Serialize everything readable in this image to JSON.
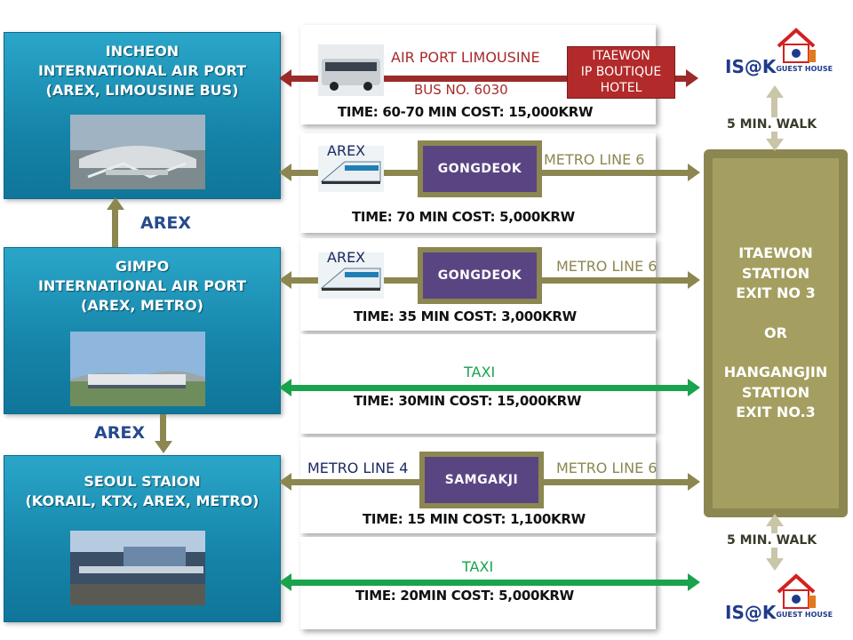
{
  "locations": {
    "incheon": {
      "line1": "INCHEON",
      "line2": "INTERNATIONAL  AIR PORT",
      "line3": "(AREX,  LIMOUSINE  BUS)"
    },
    "gimpo": {
      "line1": "GIMPO",
      "line2": "INTERNATIONAL  AIR PORT",
      "line3": "(AREX, METRO)"
    },
    "seoul": {
      "line1": "SEOUL STAION",
      "line2": "(KORAIL, KTX, AREX, METRO)"
    }
  },
  "links": {
    "arex_upper": "AREX",
    "arex_lower": "AREX"
  },
  "routes": {
    "limousine": {
      "label": "AIR PORT  LIMOUSINE",
      "bus": "BUS NO.  6030",
      "cost": "TIME: 60-70 MIN    COST: 15,000KRW"
    },
    "incheon_arex": {
      "train": "AREX",
      "station": "GONGDEOK",
      "line": "METRO LINE  6",
      "cost": "TIME: 70 MIN    COST: 5,000KRW"
    },
    "gimpo_arex": {
      "train": "AREX",
      "station": "GONGDEOK",
      "line": "METRO LINE  6",
      "cost": "TIME: 35 MIN    COST: 3,000KRW"
    },
    "gimpo_taxi": {
      "label": "TAXI",
      "cost": "TIME: 30MIN    COST: 15,000KRW"
    },
    "seoul_metro": {
      "line_left": "METRO LINE 4",
      "station": "SAMGAKJI",
      "line_right": "METRO LINE  6",
      "cost": "TIME: 15 MIN    COST: 1,100KRW"
    },
    "seoul_taxi": {
      "label": "TAXI",
      "cost": "TIME: 20MIN    COST: 5,000KRW"
    }
  },
  "hotel": {
    "line1": "ITAEWON",
    "line2": "IP BOUTIQUE",
    "line3": "HOTEL"
  },
  "hub": {
    "line1": "ITAEWON",
    "line2": "STATION",
    "line3": "EXIT  NO 3",
    "or": "OR",
    "line4": "HANGANGJIN",
    "line5": "STATION",
    "line6": "EXIT  NO.3"
  },
  "walk": {
    "top": "5 MIN.  WALK",
    "bottom": "5 MIN.  WALK"
  },
  "logo": {
    "text": "IS@K",
    "sub": "GUEST HOUSE"
  },
  "colors": {
    "olive": "#8c8750",
    "green": "#19a34c",
    "teal": "#1a8fb4",
    "purple": "#5a4583",
    "red": "#b32a2a"
  }
}
